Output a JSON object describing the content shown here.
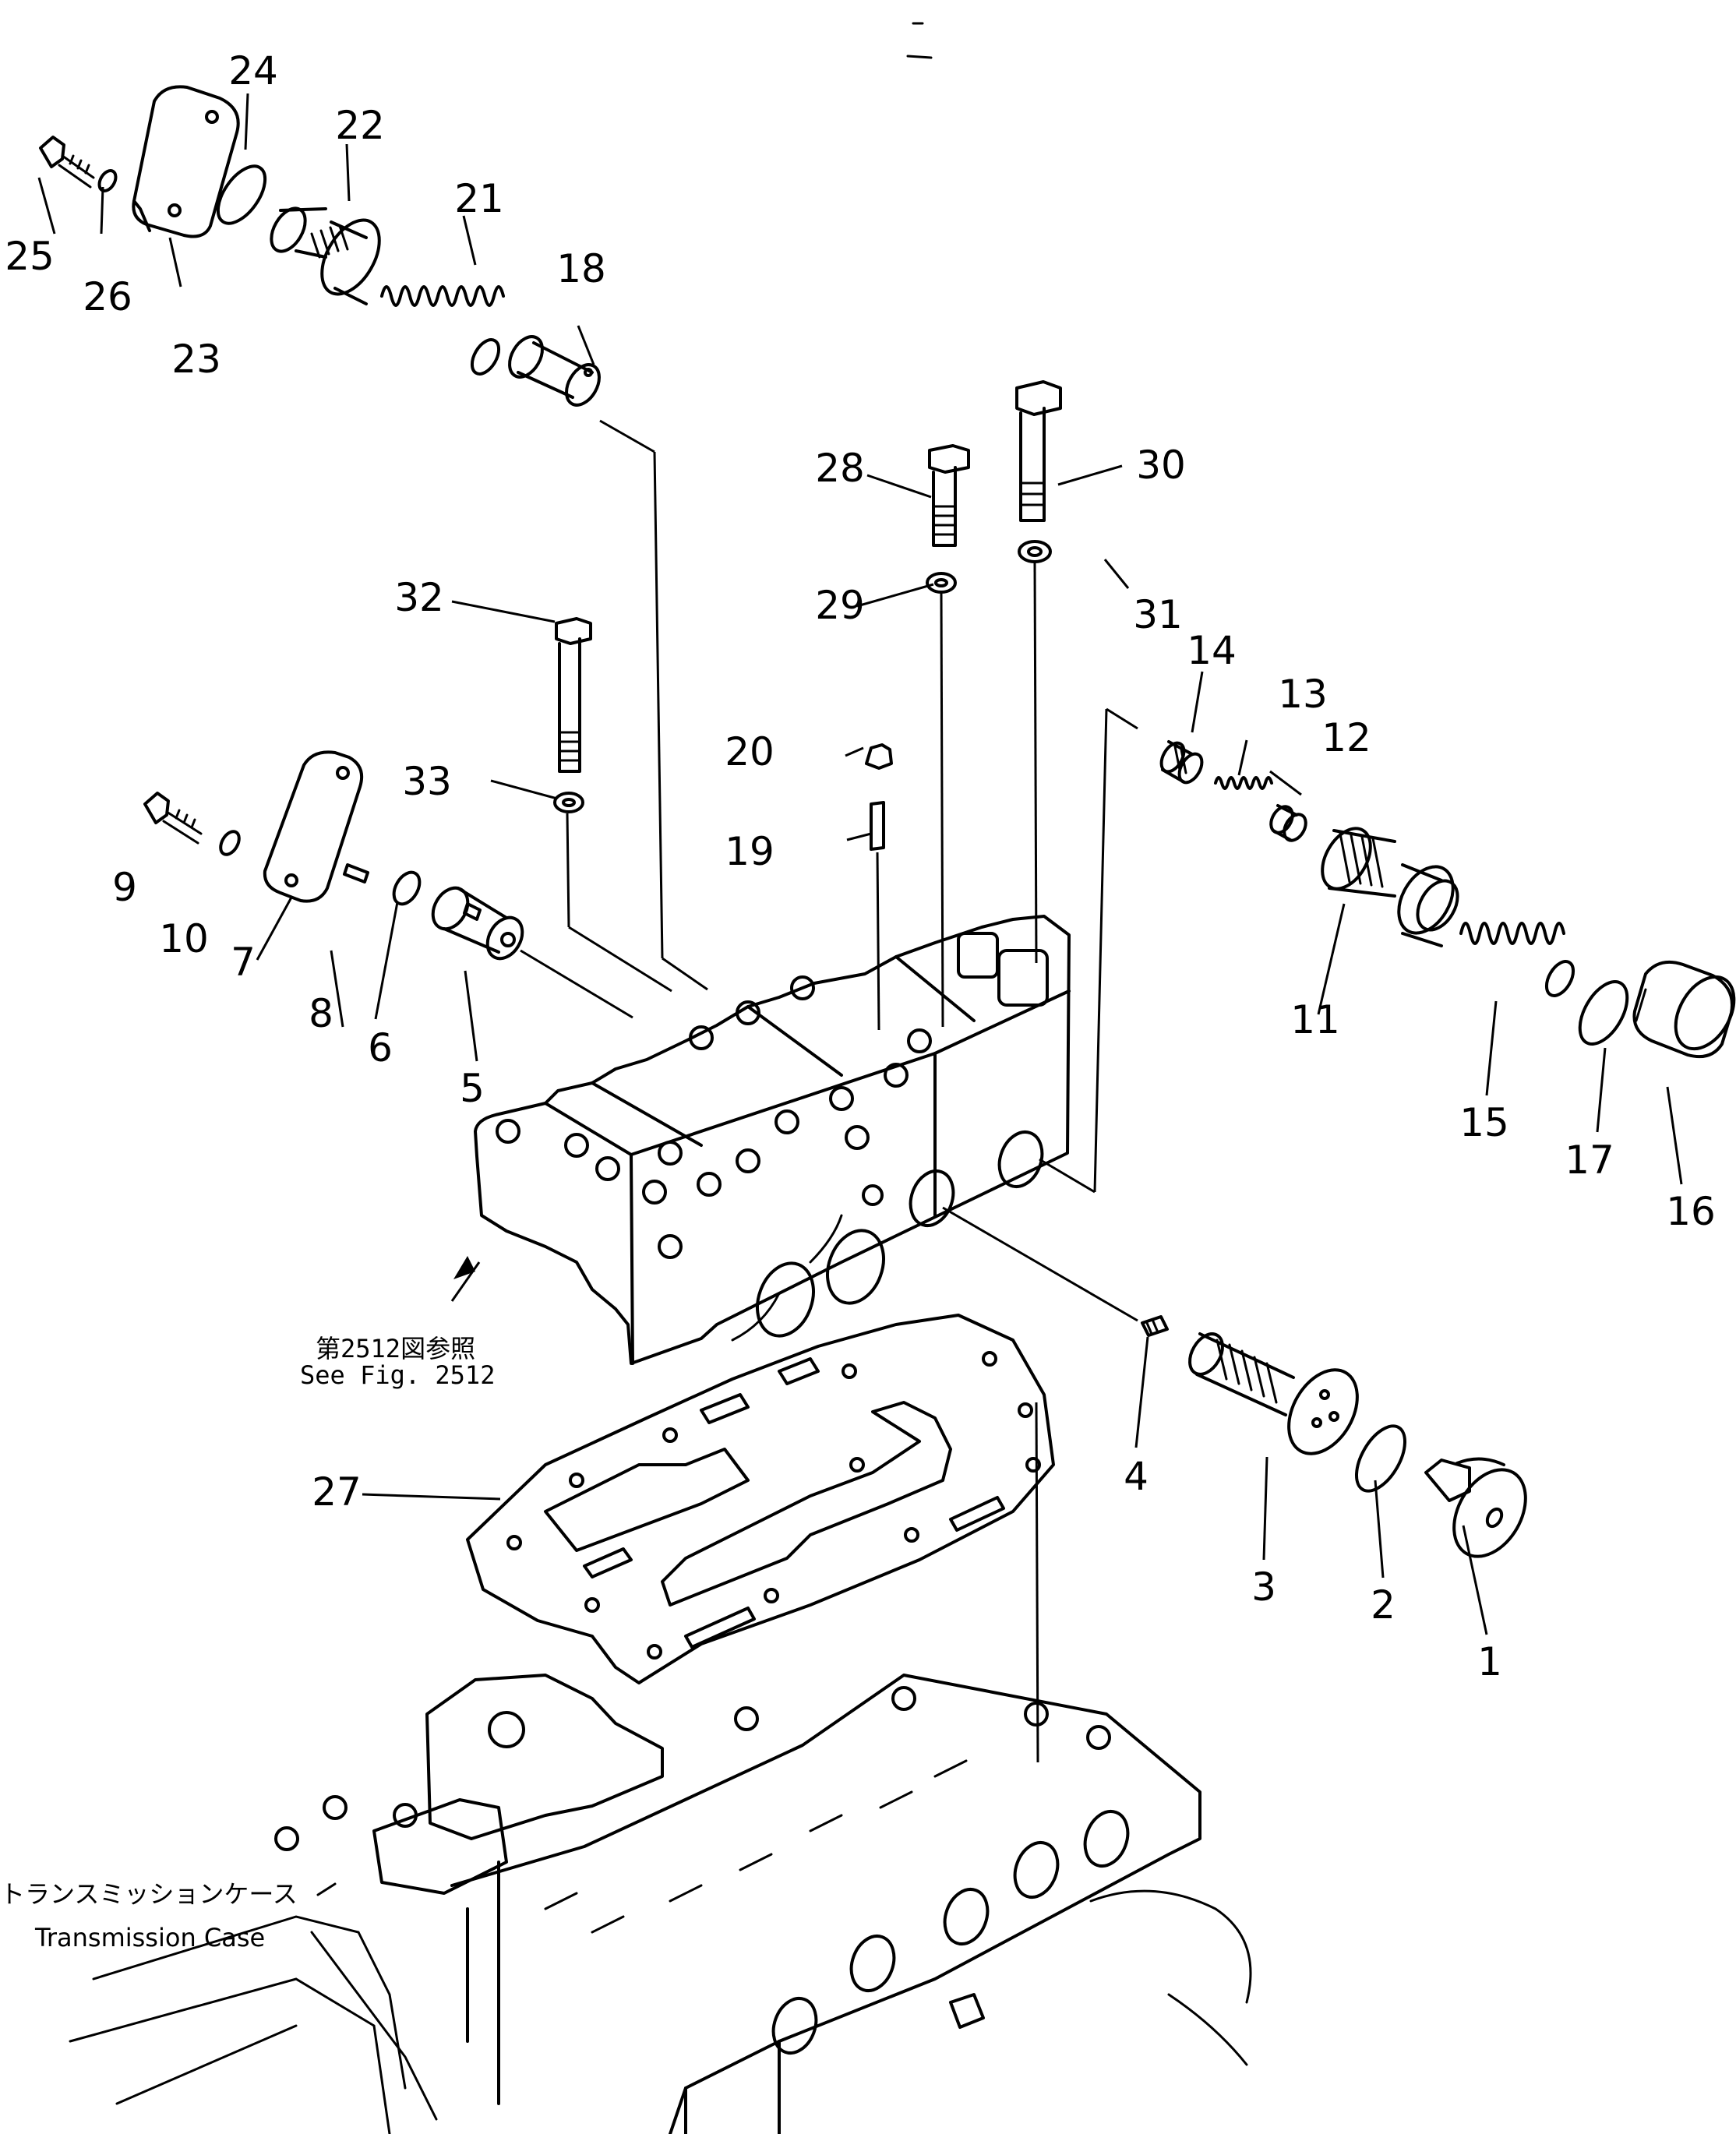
{
  "callouts": [
    "1",
    "2",
    "3",
    "4",
    "5",
    "6",
    "7",
    "8",
    "9",
    "10",
    "11",
    "12",
    "13",
    "14",
    "15",
    "16",
    "17",
    "18",
    "19",
    "20",
    "21",
    "22",
    "23",
    "24",
    "25",
    "26",
    "27",
    "28",
    "29",
    "30",
    "31",
    "32",
    "33"
  ],
  "notes": {
    "ref_jp": "第2512図参照",
    "ref_en": "See Fig. 2512",
    "case_jp": "トランスミッションケース",
    "case_en": "Transmission Case"
  }
}
